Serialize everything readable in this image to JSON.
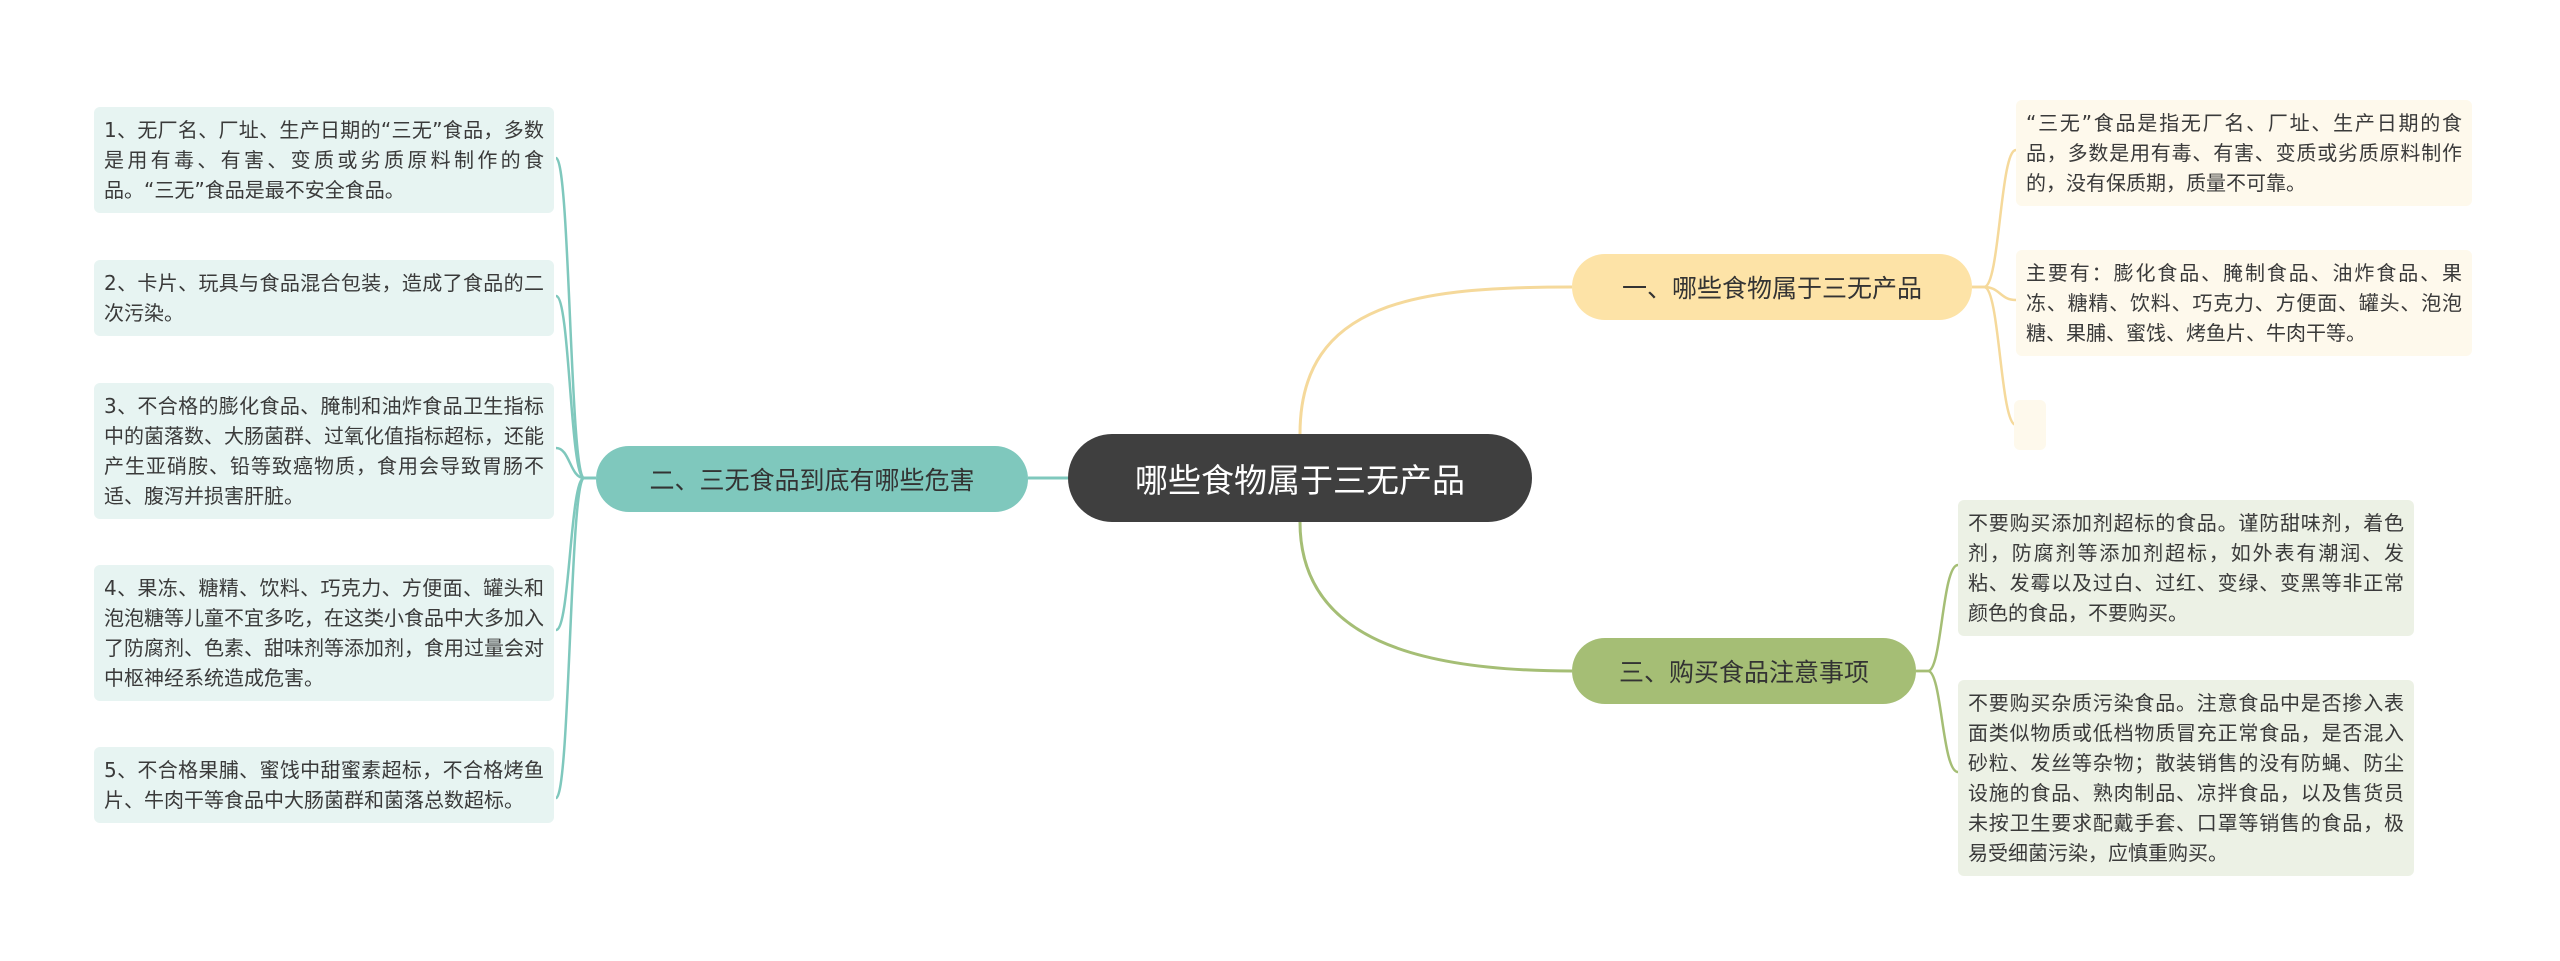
{
  "root": {
    "title": "哪些食物属于三无产品"
  },
  "branches": [
    {
      "title": "一、哪些食物属于三无产品",
      "color": "#fde3a7",
      "line_color": "#f5d99b",
      "leaves": [
        "“三无”食品是指无厂名、厂址、生产日期的食品，多数是用有毒、有害、变质或劣质原料制作的，没有保质期，质量不可靠。",
        "主要有：膨化食品、腌制食品、油炸食品、果冻、糖精、饮料、巧克力、方便面、罐头、泡泡糖、果脯、蜜饯、烤鱼片、牛肉干等。",
        ""
      ]
    },
    {
      "title": "二、三无食品到底有哪些危害",
      "color": "#7fc8bd",
      "line_color": "#7fc8bd",
      "leaves": [
        "1、无厂名、厂址、生产日期的“三无”食品，多数是用有毒、有害、变质或劣质原料制作的食品。“三无”食品是最不安全食品。",
        "2、卡片、玩具与食品混合包装，造成了食品的二次污染。",
        "3、不合格的膨化食品、腌制和油炸食品卫生指标中的菌落数、大肠菌群、过氧化值指标超标，还能产生亚硝胺、铅等致癌物质，食用会导致胃肠不适、腹泻并损害肝脏。",
        "4、果冻、糖精、饮料、巧克力、方便面、罐头和泡泡糖等儿童不宜多吃，在这类小食品中大多加入了防腐剂、色素、甜味剂等添加剂，食用过量会对中枢神经系统造成危害。",
        "5、不合格果脯、蜜饯中甜蜜素超标，不合格烤鱼片、牛肉干等食品中大肠菌群和菌落总数超标。"
      ]
    },
    {
      "title": "三、购买食品注意事项",
      "color": "#a5be75",
      "line_color": "#a5be75",
      "leaves": [
        "不要购买添加剂超标的食品。谨防甜味剂，着色剂，防腐剂等添加剂超标，如外表有潮润、发粘、发霉以及过白、过红、变绿、变黑等非正常颜色的食品，不要购买。",
        "不要购买杂质污染食品。注意食品中是否掺入表面类似物质或低档物质冒充正常食品，是否混入砂粒、发丝等杂物；散装销售的没有防蝇、防尘设施的食品、熟肉制品、凉拌食品，以及售货员未按卫生要求配戴手套、口罩等销售的食品，极易受细菌污染，应慎重购买。"
      ]
    }
  ]
}
